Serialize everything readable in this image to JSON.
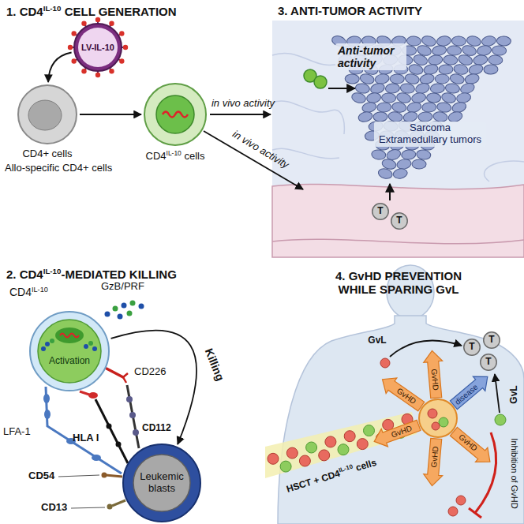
{
  "diagram": {
    "nodes": [
      {
        "text": [
          "LV-IL-10"
        ]
      },
      {
        "text": [
          "CD4+ cells",
          "Allo-specific CD4+ cells"
        ]
      },
      {
        "text": [
          "CD4",
          "IL-10",
          "cells"
        ]
      },
      {
        "text": [
          "T"
        ]
      },
      {
        "text": [
          "T"
        ]
      },
      {
        "text": [
          "CD4",
          "IL-10",
          "Activation"
        ]
      },
      {
        "text": [
          "Leukemic blasts"
        ]
      },
      {
        "text": [
          "T"
        ]
      },
      {
        "text": [
          "T"
        ]
      },
      {
        "text": [
          "T"
        ]
      }
    ],
    "edges": [
      {
        "from": 0,
        "to": 1,
        "arrow": "to"
      },
      {
        "from": 1,
        "to": 2,
        "arrow": "to"
      },
      {
        "from": 5,
        "to": 6,
        "label": "Killing",
        "arrow": "to"
      }
    ],
    "labels": [
      "1. CD4",
      "IL-10",
      "CELL GENERATION",
      "in vivo activity",
      "in vivo activity",
      "3. ANTI-TUMOR ACTIVITY",
      "Anti-tumor activity",
      "Sarcoma Extramedullary tumors",
      "2. CD4",
      "IL-10",
      "-MEDIATED KILLING",
      "GzB/PRF",
      "CD226",
      "LFA-1",
      "HLA I",
      "CD112",
      "CD54",
      "CD13",
      "4. GvHD PREVENTION WHILE SPARING GvL",
      "GvL",
      "GvL",
      "disease",
      "GvHD",
      "GvHD",
      "GvHD",
      "GvHD",
      "GvHD",
      "HSCT + CD4",
      "IL-10",
      "cells",
      "Inhibition of GvHD"
    ]
  }
}
